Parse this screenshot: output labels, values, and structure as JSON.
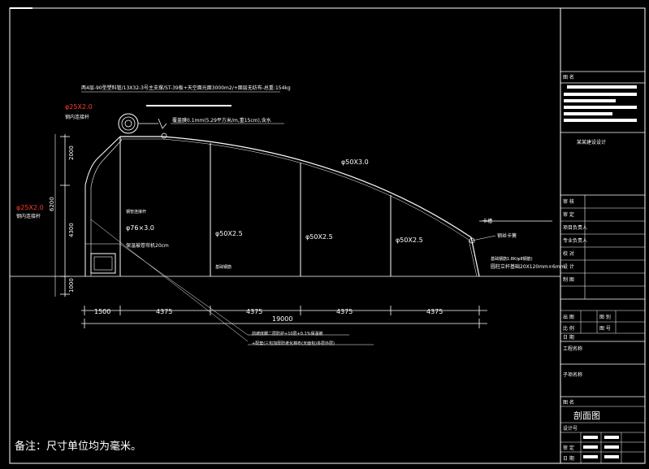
{
  "drawing": {
    "top_note": "两4层-90型塑料管/13X32-3号主支撑/ST-39板+天空面光面3000m2/+面层无纺布-总重:154kg",
    "left_pipe_top": "φ25X2.0",
    "left_pipe_top_sub": "钢内连接杆",
    "left_pipe_mid": "φ25X2.0",
    "left_pipe_mid_sub": "钢内连接杆",
    "roof_note": "覆盖膜0.1mm(5.29平方米/m,重15cm),含水",
    "heights": {
      "top": "2000",
      "total": "6200",
      "mid": "4300",
      "bottom": "1000"
    },
    "pipe_small": "φ76×3.0",
    "left_labels": [
      "钢管连接杆",
      "保温被卷帘机20cm"
    ],
    "arch_label": "φ50X3.0",
    "column_labels": [
      "φ50X2.5",
      "φ50X2.5",
      "φ50X2.5"
    ],
    "base_label": "基础钢筋",
    "right_labels": [
      "卡槽",
      "钢丝卡簧",
      "基础钢筋1.8K(φ8钢筋)",
      "圆柱立杆基础20X120mm×6mm"
    ],
    "spans": [
      "1500",
      "4375",
      "4375",
      "4375",
      "4375"
    ],
    "total_span": "19000",
    "leader_notes": [
      "前坡底脚二层防护+10层+0.1%保温被",
      "+配套(三包加厚防老化棉布(天面包)多层外层)"
    ],
    "footnote": "备注：尺寸单位均为毫米。"
  },
  "title_block": {
    "header_label": "图 名",
    "company": "某某建设设计",
    "rows": [
      "审 核",
      "审 定",
      "项目负责人",
      "专业负责人",
      "校 对",
      "设 计",
      "制 图"
    ],
    "mid_left": [
      "出 图",
      "比 例",
      "日 期"
    ],
    "mid_right": [
      "图 别",
      "图 号"
    ],
    "section_1": "工程名称",
    "section_2": "子项名称",
    "drawing_name_label": "图 名",
    "drawing_name": "剖面图",
    "footer_rows": [
      "设计号",
      "审 定",
      "日 期"
    ]
  },
  "colors": {
    "background": "#000000",
    "lines": "#ffffff",
    "accent": "#ff3b30"
  }
}
